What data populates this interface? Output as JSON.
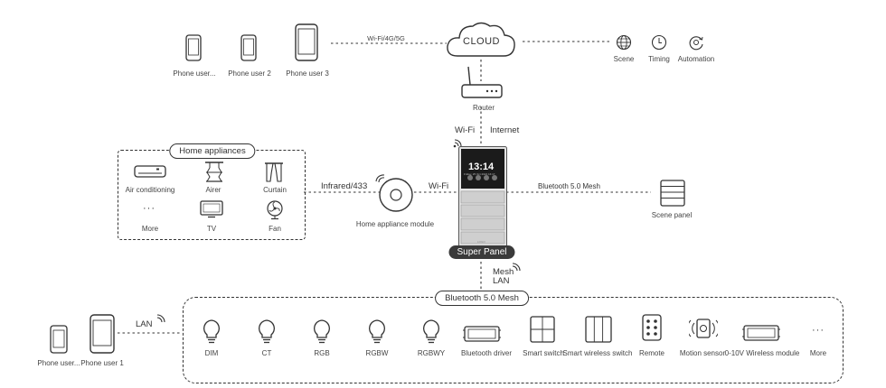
{
  "cloud_label": "CLOUD",
  "router_label": "Router",
  "link_wifi_4g_5g": "Wi-Fi/4G/5G",
  "link_wifi": "Wi-Fi",
  "link_internet": "Internet",
  "link_infrared": "Infrared/433",
  "link_wifi_2": "Wi-Fi",
  "link_bt_mesh": "Bluetooth 5.0 Mesh",
  "link_mesh": "Mesh",
  "link_lan_vert": "LAN",
  "link_lan": "LAN",
  "phones_top": [
    "Phone user...",
    "Phone user 2",
    "Phone user 3"
  ],
  "cloud_services": [
    {
      "label": "Scene",
      "icon": "globe-icon"
    },
    {
      "label": "Timing",
      "icon": "clock-icon"
    },
    {
      "label": "Automation",
      "icon": "automation-icon"
    }
  ],
  "home_appliances": {
    "title": "Home appliances",
    "items": [
      {
        "label": "Air conditioning",
        "icon": "air-conditioner-icon"
      },
      {
        "label": "Airer",
        "icon": "airer-icon"
      },
      {
        "label": "Curtain",
        "icon": "curtain-icon"
      },
      {
        "label": "More",
        "icon": "more-icon"
      },
      {
        "label": "TV",
        "icon": "tv-icon"
      },
      {
        "label": "Fan",
        "icon": "fan-icon"
      }
    ]
  },
  "module_label": "Home  appliance module",
  "panel": {
    "time": "13:14",
    "date": "Friday, 25 Oct 2024 16:17",
    "brand": "LOGO",
    "label": "Super Panel"
  },
  "scene_panel_label": "Scene panel",
  "mesh_group": {
    "title": "Bluetooth 5.0 Mesh",
    "devices": [
      {
        "label": "DIM",
        "icon": "bulb-icon"
      },
      {
        "label": "CT",
        "icon": "bulb-icon"
      },
      {
        "label": "RGB",
        "icon": "bulb-icon"
      },
      {
        "label": "RGBW",
        "icon": "bulb-icon"
      },
      {
        "label": "RGBWY",
        "icon": "bulb-icon"
      },
      {
        "label": "Bluetooth driver",
        "icon": "driver-icon"
      },
      {
        "label": "Smart switch",
        "icon": "switch-icon"
      },
      {
        "label": "Smart wireless switch",
        "icon": "wireless-switch-icon"
      },
      {
        "label": "Remote",
        "icon": "remote-icon"
      },
      {
        "label": "Motion sensor",
        "icon": "motion-sensor-icon"
      },
      {
        "label": "0-10V Wireless module",
        "icon": "wireless-module-icon"
      },
      {
        "label": "More",
        "icon": "more-icon"
      }
    ]
  },
  "phones_bottom": [
    "Phone user...",
    "Phone user 1"
  ]
}
